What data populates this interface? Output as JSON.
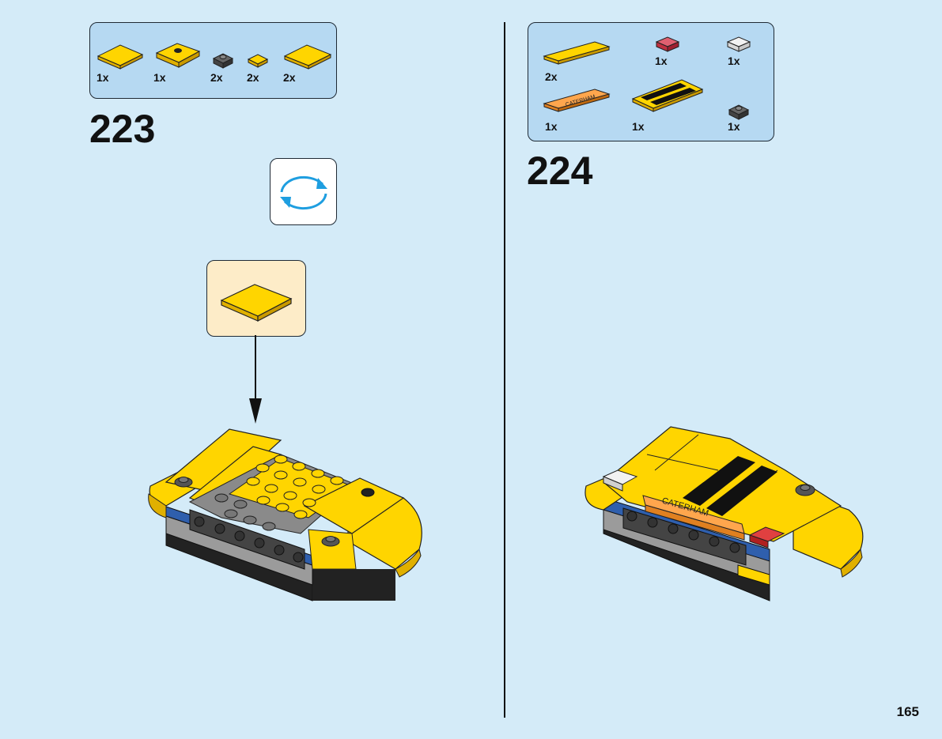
{
  "step1": {
    "number": "223",
    "parts": [
      "1x",
      "1x",
      "2x",
      "2x",
      "2x"
    ]
  },
  "step2": {
    "number": "224",
    "parts": [
      "2x",
      "1x",
      "1x",
      "1x",
      "1x",
      "1x"
    ],
    "printed_tile_text": "CATERHAM"
  },
  "page_number": "165",
  "colors": {
    "background": "#d4ebf8",
    "parts_box": "#b6d9f2",
    "callout": "#fdecc8",
    "lego_yellow": "#ffd500",
    "lego_blue": "#2f5fad"
  },
  "icons": {
    "rotate": "rotate-model-icon",
    "arrow": "arrow-down-icon"
  }
}
